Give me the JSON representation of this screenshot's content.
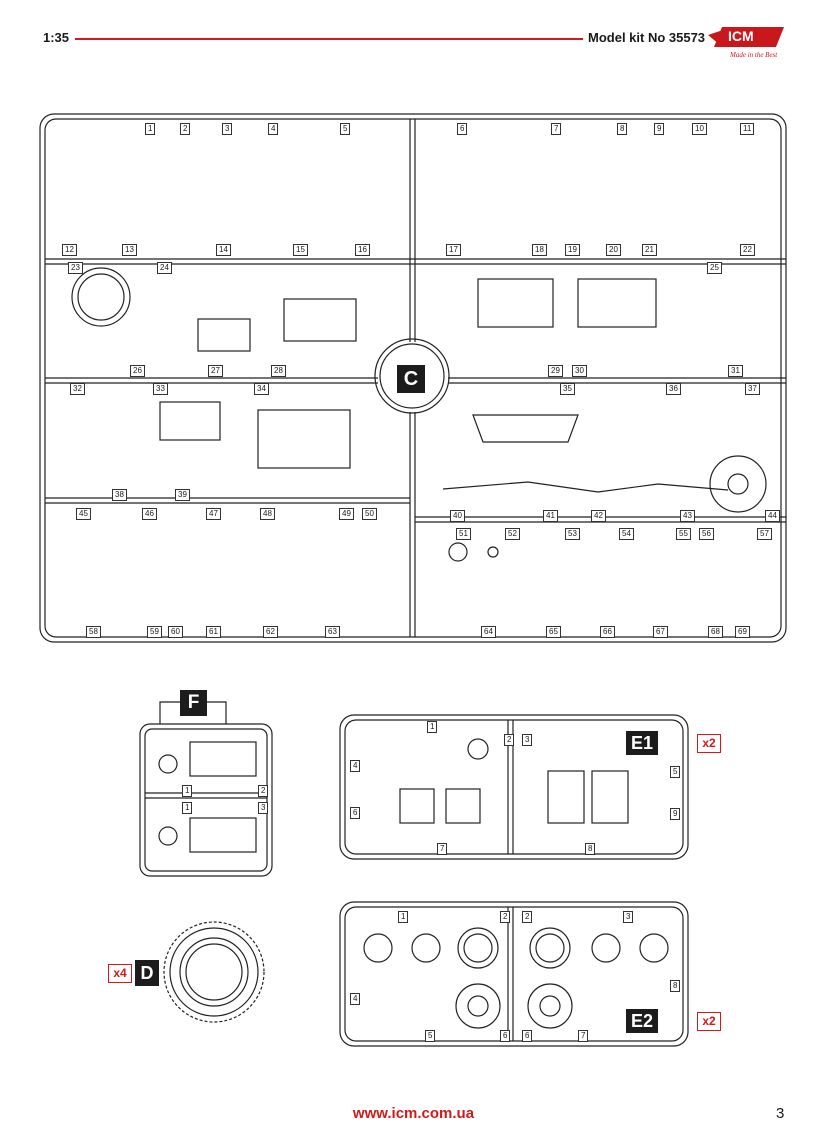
{
  "header": {
    "scale": "1:35",
    "kit_label": "Model kit No 35573"
  },
  "logo": {
    "brand": "ICM",
    "tagline": "Made in the Best"
  },
  "footer": {
    "url": "www.icm.com.ua",
    "page": "3"
  },
  "sprues": {
    "C": {
      "letter": "C",
      "parts": [
        "1",
        "2",
        "3",
        "4",
        "5",
        "6",
        "7",
        "8",
        "9",
        "10",
        "11",
        "12",
        "13",
        "14",
        "15",
        "16",
        "17",
        "18",
        "19",
        "20",
        "21",
        "22",
        "23",
        "24",
        "25",
        "26",
        "27",
        "28",
        "29",
        "30",
        "31",
        "32",
        "33",
        "34",
        "35",
        "36",
        "37",
        "38",
        "39",
        "40",
        "41",
        "42",
        "43",
        "44",
        "45",
        "46",
        "47",
        "48",
        "49",
        "50",
        "51",
        "52",
        "53",
        "54",
        "55",
        "56",
        "57",
        "58",
        "59",
        "60",
        "61",
        "62",
        "63",
        "64",
        "65",
        "66",
        "67",
        "68",
        "69"
      ]
    },
    "F": {
      "letter": "F",
      "parts": [
        "1",
        "2",
        "1",
        "3"
      ]
    },
    "E1": {
      "letter": "E1",
      "multiplier": "x2",
      "parts": [
        "1",
        "2",
        "3",
        "4",
        "5",
        "6",
        "7",
        "8",
        "9"
      ]
    },
    "D": {
      "letter": "D",
      "multiplier": "x4"
    },
    "E2": {
      "letter": "E2",
      "multiplier": "x2",
      "parts": [
        "1",
        "2",
        "2",
        "3",
        "4",
        "5",
        "6",
        "6",
        "7",
        "8"
      ]
    }
  },
  "colors": {
    "accent_red": "#d11a1a",
    "line": "#222222"
  }
}
